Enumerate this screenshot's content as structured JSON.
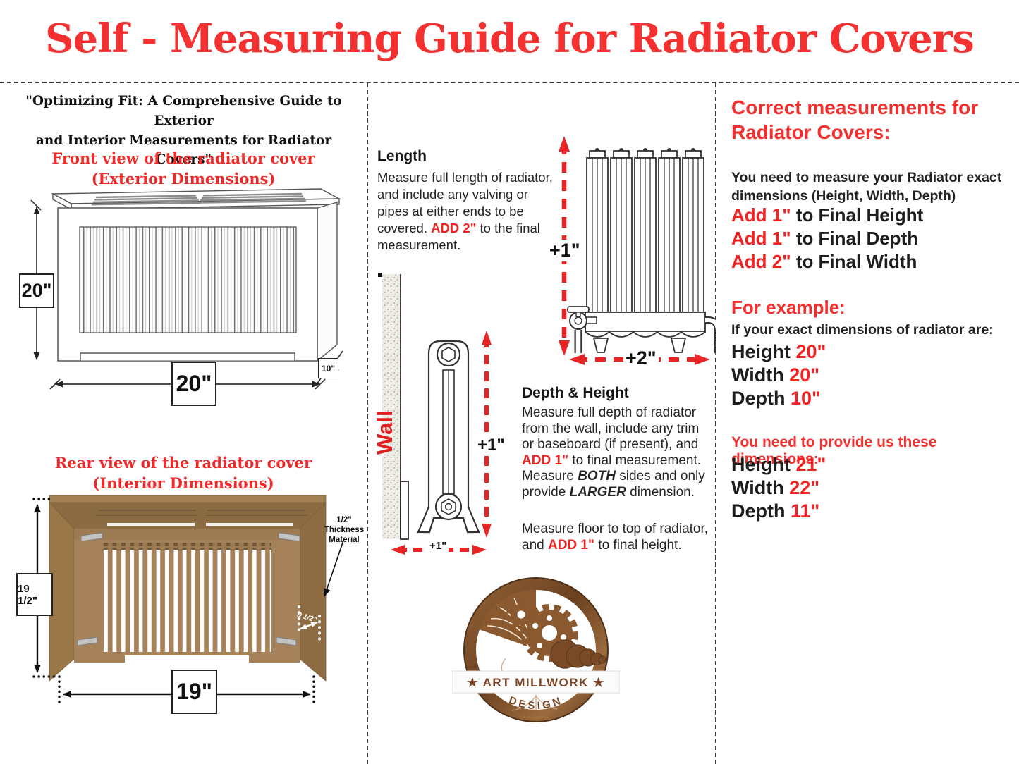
{
  "title": "Self - Measuring Guide for Radiator Covers",
  "left": {
    "quote": "\"Optimizing Fit: A Comprehensive Guide to Exterior\nand Interior Measurements for Radiator Covers\"",
    "front": {
      "title": "Front view of the radiator cover",
      "subtitle": "(Exterior Dimensions)",
      "height": "20\"",
      "width": "20\"",
      "depth": "10\""
    },
    "rear": {
      "title": "Rear view of the radiator cover",
      "subtitle": "(Interior Dimensions)",
      "height": "19 1/2\"",
      "width": "19\"",
      "depth": "9 1/2\"",
      "thickness": "1/2\" Thickness\nMaterial"
    }
  },
  "middle": {
    "length_heading": "Length",
    "length_p1": "Measure full length of radiator,\nand include any valving or\npipes at either ends to be\ncovered. ",
    "length_red": "ADD 2\"",
    "length_p2": " to the final\nmeasurement.",
    "height_arrow_label": "+1\"",
    "width_arrow_label": "+2\"",
    "wall_label": "Wall",
    "side_height_label": "+1\"",
    "side_depth_label": "+1\"",
    "dh_heading": "Depth & Height",
    "dh_p1": "Measure full depth of radiator\nfrom the wall, include any trim\nor baseboard (if present), and\n",
    "dh_red1": "ADD 1\"",
    "dh_p2": " to final measurement.\nMeasure ",
    "dh_both": "BOTH",
    "dh_p3": " sides and only\nprovide ",
    "dh_larger": "LARGER",
    "dh_p4": " dimension.",
    "dh2_p1": "Measure floor to top of radiator,\nand ",
    "dh2_red": "ADD 1\"",
    "dh2_p2": " to final height.",
    "logo_banner": "★ ART MILLWORK ★",
    "logo_design": "DESIGN"
  },
  "right": {
    "heading": "Correct measurements for\nRadiator Covers:",
    "intro": "You need to measure your Radiator exact\ndimensions (Height, Width, Depth)",
    "rules": [
      {
        "red": "Add 1\"",
        "rest": " to Final Height"
      },
      {
        "red": "Add 1\"",
        "rest": " to Final Depth"
      },
      {
        "red": "Add 2\"",
        "rest": " to Final Width"
      }
    ],
    "example_heading": "For example:",
    "example_intro": "If your exact dimensions of radiator are:",
    "example": [
      {
        "label": "Height ",
        "value": "20\""
      },
      {
        "label": "Width ",
        "value": "20\""
      },
      {
        "label": "Depth ",
        "value": "10\""
      }
    ],
    "provide_heading": "You need to provide us these dimensions:",
    "provide": [
      {
        "label": "Height ",
        "value": "21\""
      },
      {
        "label": "Width ",
        "value": "22\""
      },
      {
        "label": "Depth ",
        "value": "11\""
      }
    ]
  },
  "colors": {
    "accent_red": "#f53030",
    "arrow_red": "#e82525",
    "wood_brown": "#7a4a26",
    "panel_brown": "#9a784e"
  }
}
